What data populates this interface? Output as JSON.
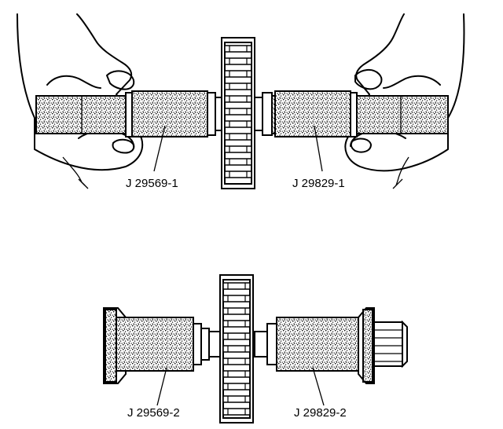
{
  "labels": {
    "top_left": "J 29569-1",
    "top_right": "J 29829-1",
    "bottom_left": "J 29569-2",
    "bottom_right": "J 29829-2"
  },
  "colors": {
    "ink": "#000000",
    "background": "#ffffff"
  }
}
